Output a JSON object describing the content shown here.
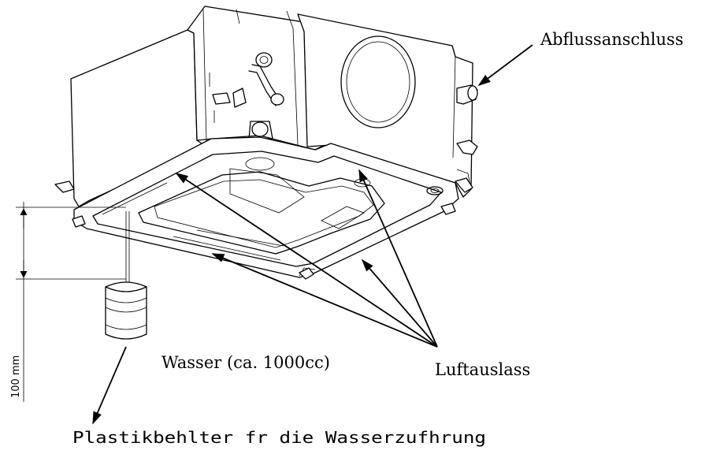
{
  "labels": {
    "drain_connection": "Abflussanschluss",
    "water": "Wasser (ca. 1000cc)",
    "air_outlet": "Luftauslass",
    "container": "Plastikbehlter fr die Wasserzufhrung",
    "dimension": "100 mm"
  }
}
